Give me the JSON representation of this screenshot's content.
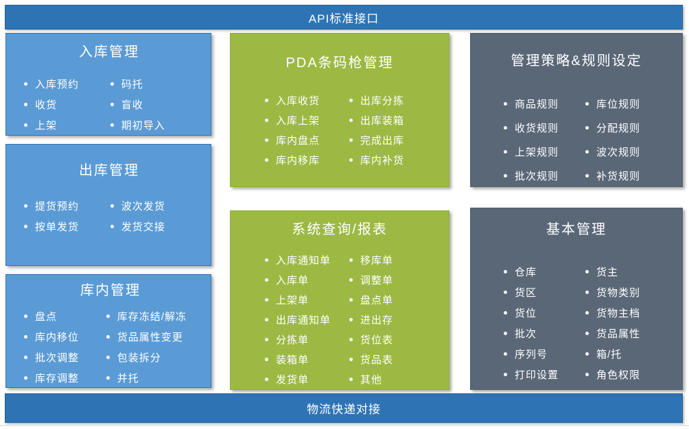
{
  "colors": {
    "bar-blue": "#2E74B5",
    "box-blue": "#5B9BD5",
    "box-green": "#9CB944",
    "box-gray": "#5A6777",
    "text-white": "#FFFFFF"
  },
  "top_bar": {
    "label": "API标准接口"
  },
  "bottom_bar": {
    "label": "物流快递对接"
  },
  "boxes": {
    "inbound": {
      "title": "入库管理",
      "items": [
        "入库预约",
        "码托",
        "收货",
        "盲收",
        "上架",
        "期初导入"
      ]
    },
    "outbound": {
      "title": "出库管理",
      "items": [
        "提货预约",
        "波次发货",
        "按单发货",
        "发货交接"
      ]
    },
    "inwarehouse": {
      "title": "库内管理",
      "items": [
        "盘点",
        "库存冻结/解冻",
        "库内移位",
        "货品属性变更",
        "批次调整",
        "包装拆分",
        "库存调整",
        "并托"
      ]
    },
    "pda": {
      "title": "PDA条码枪管理",
      "items": [
        "入库收货",
        "出库分拣",
        "入库上架",
        "出库装箱",
        "库内盘点",
        "完成出库",
        "库内移库",
        "库内补货"
      ]
    },
    "query": {
      "title": "系统查询/报表",
      "items": [
        "入库通知单",
        "移库单",
        "入库单",
        "调整单",
        "上架单",
        "盘点单",
        "出库通知单",
        "进出存",
        "分拣单",
        "货位表",
        "装箱单",
        "货品表",
        "发货单",
        "其他"
      ]
    },
    "strategy": {
      "title": "管理策略&规则设定",
      "items": [
        "商品规则",
        "库位规则",
        "收货规则",
        "分配规则",
        "上架规则",
        "波次规则",
        "批次规则",
        "补货规则"
      ]
    },
    "basic": {
      "title": "基本管理",
      "items": [
        "仓库",
        "货主",
        "货区",
        "货物类别",
        "货位",
        "货物主档",
        "批次",
        "货品属性",
        "序列号",
        "箱/托",
        "打印设置",
        "角色权限"
      ]
    }
  }
}
